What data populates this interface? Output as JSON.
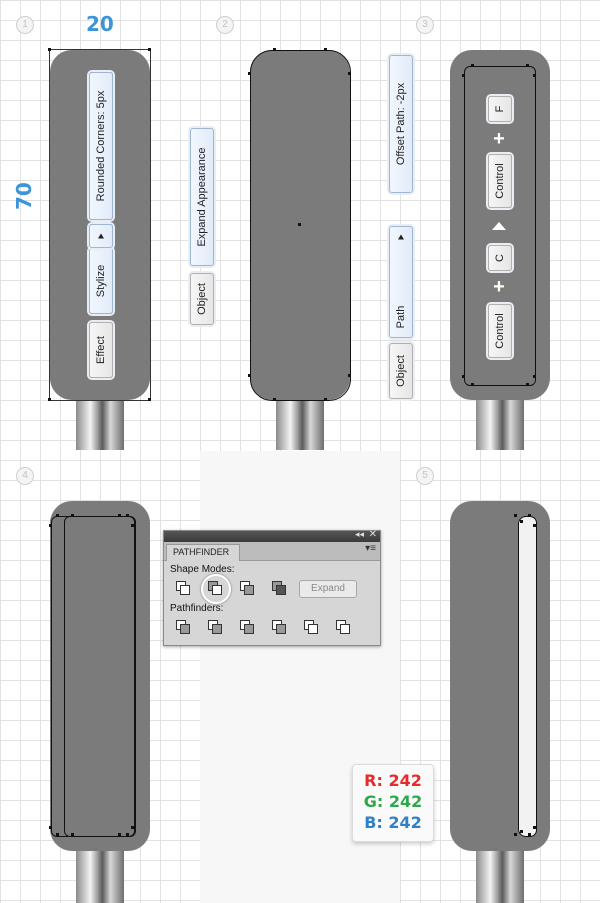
{
  "steps": [
    "1",
    "2",
    "3",
    "4",
    "5"
  ],
  "dimensions": {
    "width": "20",
    "height": "70"
  },
  "panel1": {
    "effect_menu": [
      "Effect",
      "Stylize",
      "Rounded Corners: 5px"
    ],
    "object_menu": [
      "Object",
      "Expand Appearance"
    ]
  },
  "panel3": {
    "object_menu": [
      "Object",
      "Path",
      "Offset Path: -2px"
    ],
    "shortcut": [
      "Control",
      "C",
      "Control",
      "F"
    ]
  },
  "pathfinder": {
    "title": "PATHFINDER",
    "shape_modes_label": "Shape Modes:",
    "expand_label": "Expand",
    "pathfinders_label": "Pathfinders:"
  },
  "rgb": {
    "r": "R: 242",
    "g": "G: 242",
    "b": "B: 242"
  },
  "colors": {
    "grid": "#e2e2e2",
    "shape": "#7b7b7b",
    "label_blue": "#3d95d8",
    "r": "#e52b2b",
    "g": "#2fa84a",
    "b": "#2f80c8"
  }
}
